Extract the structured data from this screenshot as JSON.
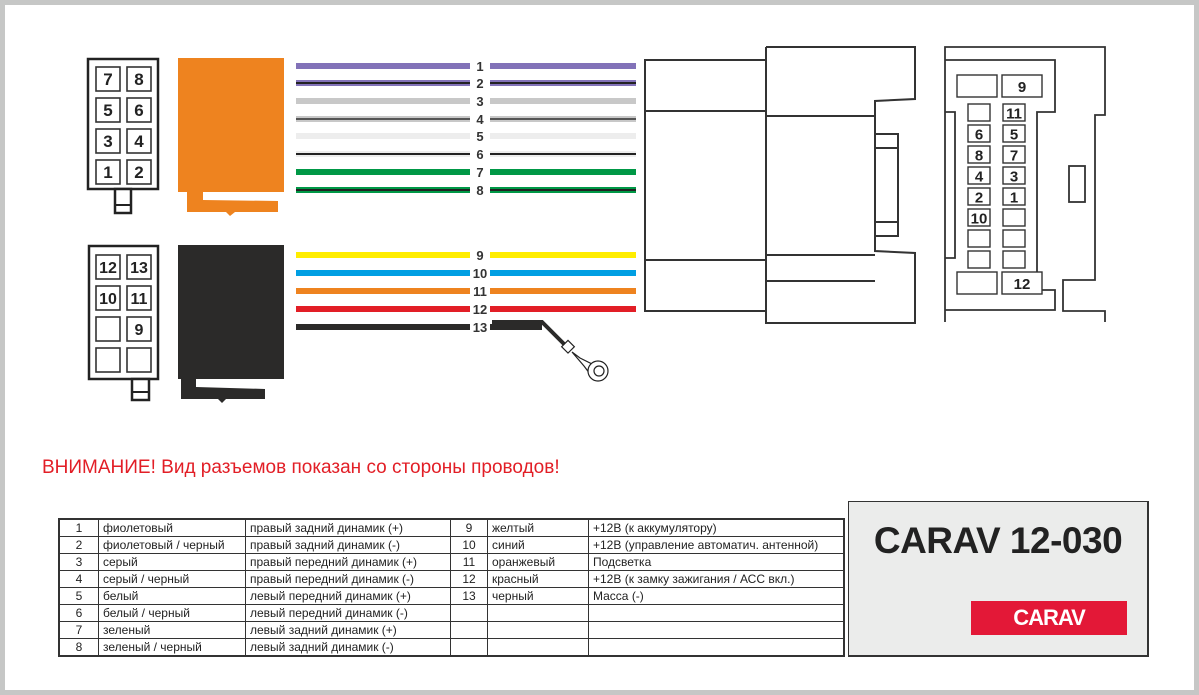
{
  "title": "CARAV 12-030",
  "brand_logo": "CARAV",
  "warning": "ВНИМАНИЕ! Вид разъемов показан со стороны проводов!",
  "colors": {
    "orange_connector": "#ee831f",
    "black_connector": "#2b2a29",
    "warning_red": "#e21e26",
    "logo_red": "#e31837",
    "frame_gray": "#c6c7c6",
    "brand_panel": "#ebeceb"
  },
  "connector_a": {
    "label": "8-pin connector (orange)",
    "pins": [
      [
        "7",
        "8"
      ],
      [
        "5",
        "6"
      ],
      [
        "3",
        "4"
      ],
      [
        "1",
        "2"
      ]
    ]
  },
  "connector_b": {
    "label": "8-pin connector (black)",
    "pins": [
      [
        "12",
        "13"
      ],
      [
        "10",
        "11"
      ],
      [
        "",
        "9"
      ],
      [
        "",
        ""
      ]
    ]
  },
  "wires_a": [
    {
      "num": "1",
      "color": "#8272b8",
      "stripe": null
    },
    {
      "num": "2",
      "color": "#8272b8",
      "stripe": "#222"
    },
    {
      "num": "3",
      "color": "#c8c8c8",
      "stripe": null
    },
    {
      "num": "4",
      "color": "#c8c8c8",
      "stripe": "#555"
    },
    {
      "num": "5",
      "color": "#ededed",
      "stripe": null
    },
    {
      "num": "6",
      "color": "#ededed",
      "stripe": "#222"
    },
    {
      "num": "7",
      "color": "#009846",
      "stripe": null
    },
    {
      "num": "8",
      "color": "#009846",
      "stripe": "#222"
    }
  ],
  "wires_b": [
    {
      "num": "9",
      "color": "#ffed00"
    },
    {
      "num": "10",
      "color": "#009fe3"
    },
    {
      "num": "11",
      "color": "#ee831f"
    },
    {
      "num": "12",
      "color": "#e21e26"
    },
    {
      "num": "13",
      "color": "#2b2a29"
    }
  ],
  "vehicle_connector": {
    "row_top": "9",
    "rows": [
      [
        "",
        "11"
      ],
      [
        "6",
        "5"
      ],
      [
        "8",
        "7"
      ],
      [
        "4",
        "3"
      ],
      [
        "2",
        "1"
      ],
      [
        "10",
        ""
      ],
      [
        "",
        ""
      ],
      [
        "",
        ""
      ]
    ],
    "row_bottom": "12"
  },
  "table": {
    "left": [
      [
        "1",
        "фиолетовый",
        "правый задний динамик (+)"
      ],
      [
        "2",
        "фиолетовый / черный",
        "правый задний динамик (-)"
      ],
      [
        "3",
        "серый",
        "правый передний динамик (+)"
      ],
      [
        "4",
        "серый / черный",
        "правый передний динамик (-)"
      ],
      [
        "5",
        "белый",
        "левый передний динамик (+)"
      ],
      [
        "6",
        "белый / черный",
        "левый передний динамик (-)"
      ],
      [
        "7",
        "зеленый",
        "левый задний динамик (+)"
      ],
      [
        "8",
        "зеленый / черный",
        "левый задний динамик (-)"
      ]
    ],
    "right": [
      [
        "9",
        "желтый",
        "+12В (к аккумулятору)"
      ],
      [
        "10",
        "синий",
        "+12В (управление автоматич. антенной)"
      ],
      [
        "11",
        "оранжевый",
        "Подсветка"
      ],
      [
        "12",
        "красный",
        "+12В (к замку зажигания / АСС вкл.)"
      ],
      [
        "13",
        "черный",
        "Масса (-)"
      ],
      [
        "",
        "",
        ""
      ],
      [
        "",
        "",
        ""
      ],
      [
        "",
        "",
        ""
      ]
    ]
  }
}
